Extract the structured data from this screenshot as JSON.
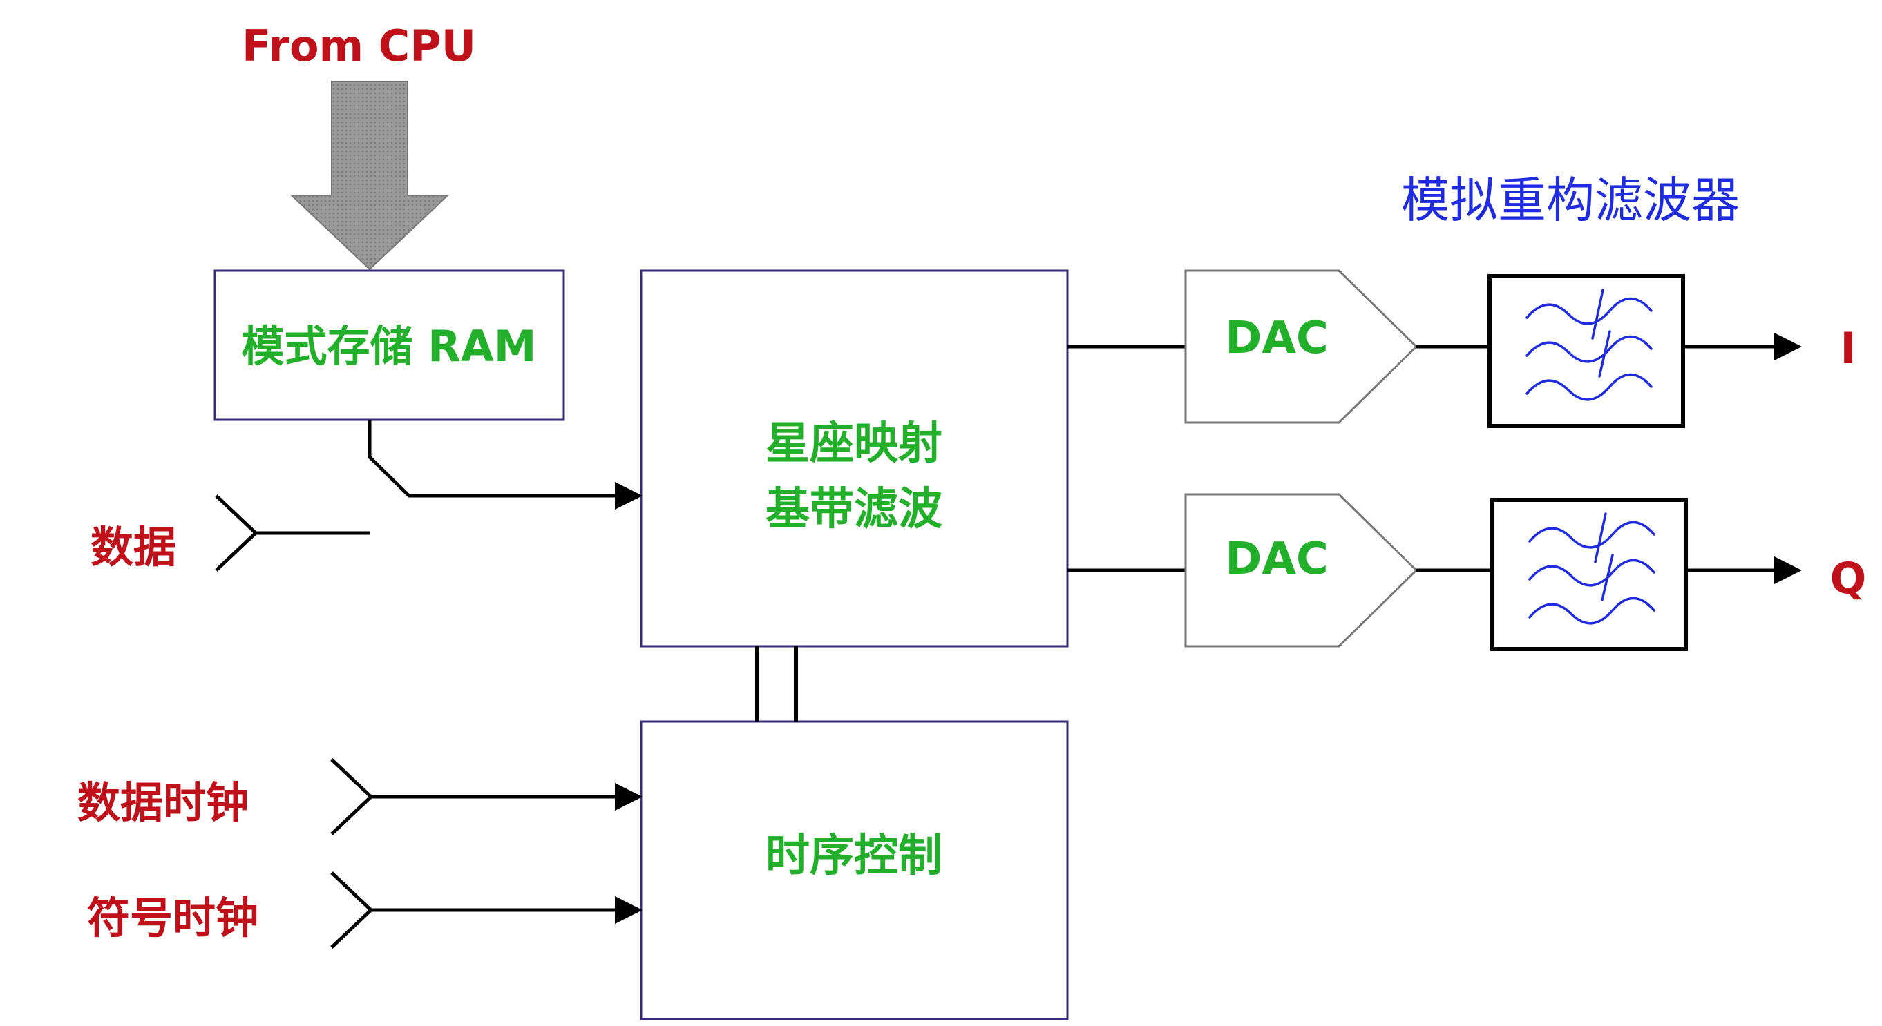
{
  "title_filter": "模拟重构滤波器",
  "input_cpu": "From CPU",
  "blocks": {
    "ram": "模式存储 RAM",
    "mapping_line1": "星座映射",
    "mapping_line2": "基带滤波",
    "timing": "时序控制",
    "dac_i": "DAC",
    "dac_q": "DAC"
  },
  "inputs": {
    "data": "数据",
    "data_clock": "数据时钟",
    "symbol_clock": "符号时钟"
  },
  "outputs": {
    "i": "I",
    "q": "Q"
  },
  "colors": {
    "input_text": "#c0101a",
    "block_text": "#22b02a",
    "filter_title": "#1f2be0",
    "block_border": "#3a2a7a",
    "filter_wave": "#1f2be0"
  }
}
